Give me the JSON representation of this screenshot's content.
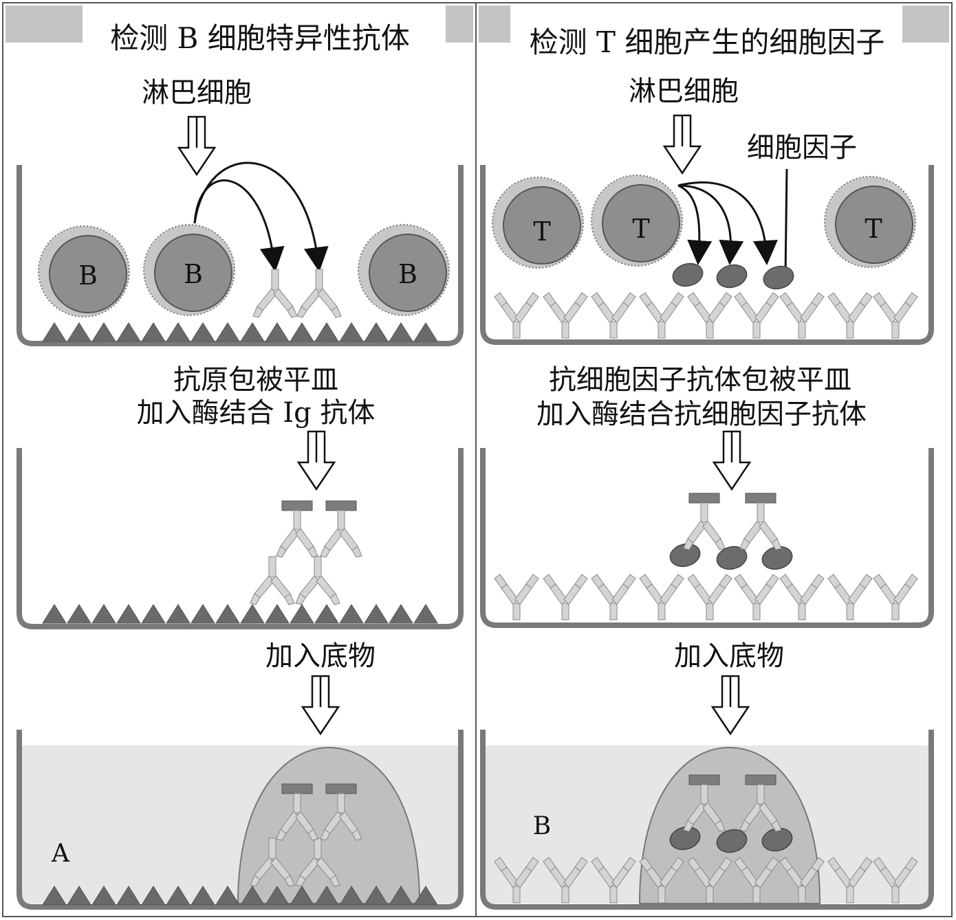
{
  "left_panel": {
    "title": "检测 B 细胞特异性抗体",
    "input_label": "淋巴细胞",
    "cell_label": "B",
    "step2_line1": "抗原包被平皿",
    "step2_line2": "加入酶结合 Ig 抗体",
    "step3_label": "加入底物",
    "panel_letter": "A"
  },
  "right_panel": {
    "title": "检测 T 细胞产生的细胞因子",
    "input_label": "淋巴细胞",
    "cytokine_label": "细胞因子",
    "cell_label": "T",
    "step2_line1": "抗细胞因子抗体包被平皿",
    "step2_line2": "加入酶结合抗细胞因子抗体",
    "step3_label": "加入底物",
    "panel_letter": "B"
  },
  "colors": {
    "dish": "#7a7a7a",
    "cell_outer": "#bdbdbd",
    "cell_inner": "#8e8e8e",
    "antigen": "#6a6a6a",
    "antibody": "#d4d4d4",
    "enzyme": "#7d7d7d",
    "cytokine": "#6c6c6c",
    "substrate": "#bfbfbf",
    "medium": "#e6e6e6"
  }
}
